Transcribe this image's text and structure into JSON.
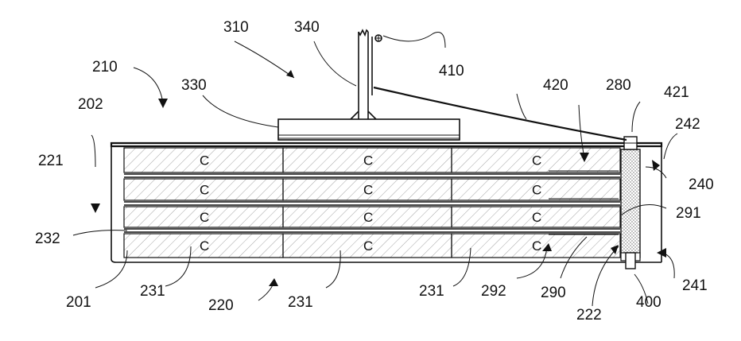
{
  "cell_label": "C",
  "labels": {
    "l310": "310",
    "l340": "340",
    "l410": "410",
    "l210": "210",
    "l330": "330",
    "l420": "420",
    "l280": "280",
    "l421": "421",
    "l202": "202",
    "l242": "242",
    "l221": "221",
    "l240": "240",
    "l291": "291",
    "l232": "232",
    "l201": "201",
    "l231a": "231",
    "l220": "220",
    "l231b": "231",
    "l231c": "231",
    "l292": "292",
    "l290": "290",
    "l222": "222",
    "l400": "400",
    "l241": "241"
  }
}
